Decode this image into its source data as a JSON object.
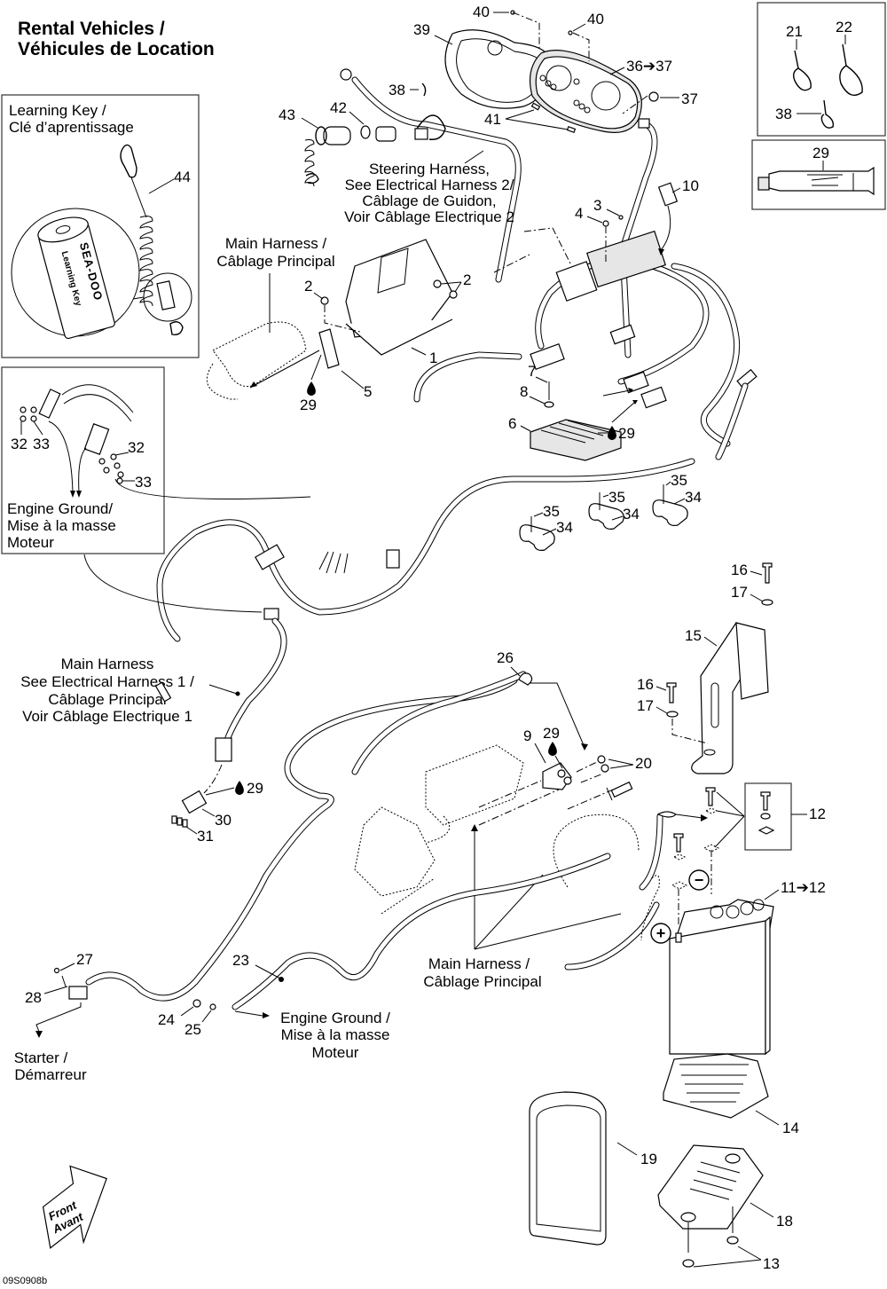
{
  "title": {
    "line1": "Rental Vehicles /",
    "line2": "Véhicules de Location"
  },
  "drawing_code": "09S0908b",
  "front_arrow": {
    "line1": "Front",
    "line2": "Avant"
  },
  "insets": {
    "learning_key": {
      "title_line1": "Learning Key /",
      "title_line2": "Clé d’aprentissage",
      "brand_text": "SEA-DOO",
      "key_text": "Learning Key",
      "callout": "44"
    },
    "engine_ground": {
      "caption_line1": "Engine Ground/",
      "caption_line2": "Mise à la masse",
      "caption_line3": "Moteur",
      "callouts": [
        "32",
        "33",
        "32",
        "33"
      ]
    },
    "cable_ties": {
      "callouts": [
        "21",
        "22",
        "38"
      ]
    },
    "sealant_tube": {
      "callout": "29"
    },
    "battery_hardware": {
      "callout": "12"
    }
  },
  "captions": {
    "steering_harness": [
      "Steering Harness,",
      "See Electrical Harness 2/",
      "Câblage de Guidon,",
      "Voir Câblage Electrique 2"
    ],
    "main_harness_top": [
      "Main Harness /",
      "Câblage Principal"
    ],
    "main_harness_left": [
      "Main Harness",
      "See Electrical Harness 1 /",
      "Câblage Principal",
      "Voir Câblage Electrique 1"
    ],
    "main_harness_bottom": [
      "Main Harness /",
      "Câblage Principal"
    ],
    "engine_ground_bottom": [
      "Engine Ground /",
      "Mise à la masse",
      "Moteur"
    ],
    "starter": [
      "Starter /",
      "Démarreur"
    ]
  },
  "callouts": {
    "c1": "1",
    "c2a": "2",
    "c2b": "2",
    "c3": "3",
    "c4": "4",
    "c5": "5",
    "c6": "6",
    "c7": "7",
    "c8": "8",
    "c9": "9",
    "c10": "10",
    "c11": "11➔12",
    "c13": "13",
    "c14": "14",
    "c15": "15",
    "c16a": "16",
    "c16b": "16",
    "c17a": "17",
    "c17b": "17",
    "c18": "18",
    "c19": "19",
    "c20": "20",
    "c23": "23",
    "c24": "24",
    "c25": "25",
    "c26": "26",
    "c27": "27",
    "c28": "28",
    "c29a": "29",
    "c29b": "29",
    "c29c": "29",
    "c29d": "29",
    "c30": "30",
    "c31": "31",
    "c34a": "34",
    "c34b": "34",
    "c34c": "34",
    "c35a": "35",
    "c35b": "35",
    "c35c": "35",
    "c36": "36➔37",
    "c37": "37",
    "c38": "38",
    "c39": "39",
    "c40a": "40",
    "c40b": "40",
    "c41": "41",
    "c42": "42",
    "c43": "43"
  },
  "battery_terminals": {
    "positive": "+",
    "negative": "−"
  }
}
